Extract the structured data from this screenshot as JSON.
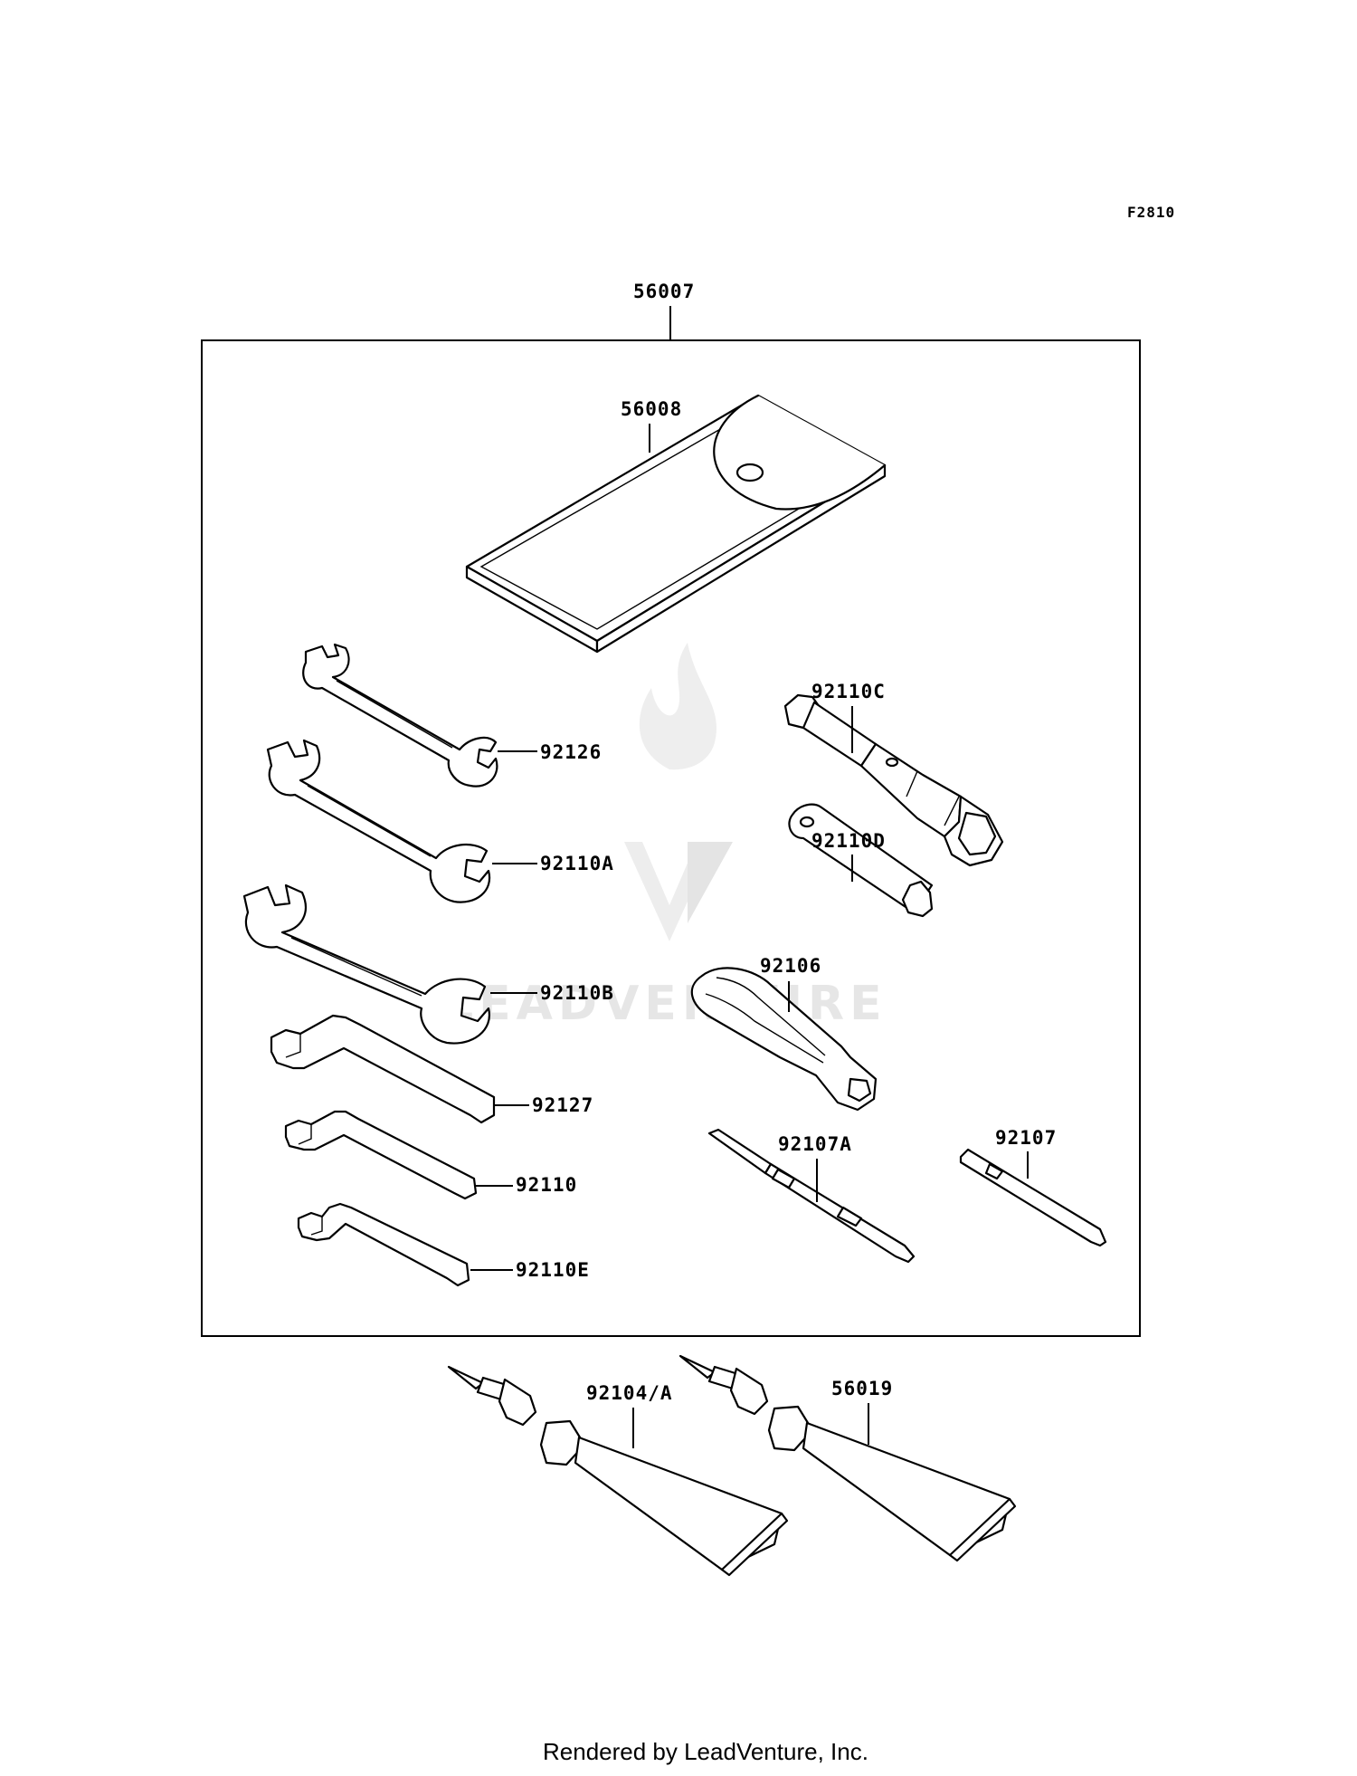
{
  "figure_code": "F2810",
  "kit_label": "56007",
  "footer": "Rendered by LeadVenture, Inc.",
  "watermark": "LEADVENTURE",
  "parts": {
    "case": "56008",
    "wrench_small": "92126",
    "wrench_medium": "92110A",
    "wrench_large": "92110B",
    "hex_large": "92127",
    "hex_medium": "92110",
    "hex_small": "92110E",
    "plug_wrench": "92110C",
    "box_wrench": "92110D",
    "driver_handle": "92106",
    "driver_bit_flat": "92107A",
    "driver_bit": "92107",
    "grease_tube_a": "92104/A",
    "grease_tube_b": "56019"
  }
}
